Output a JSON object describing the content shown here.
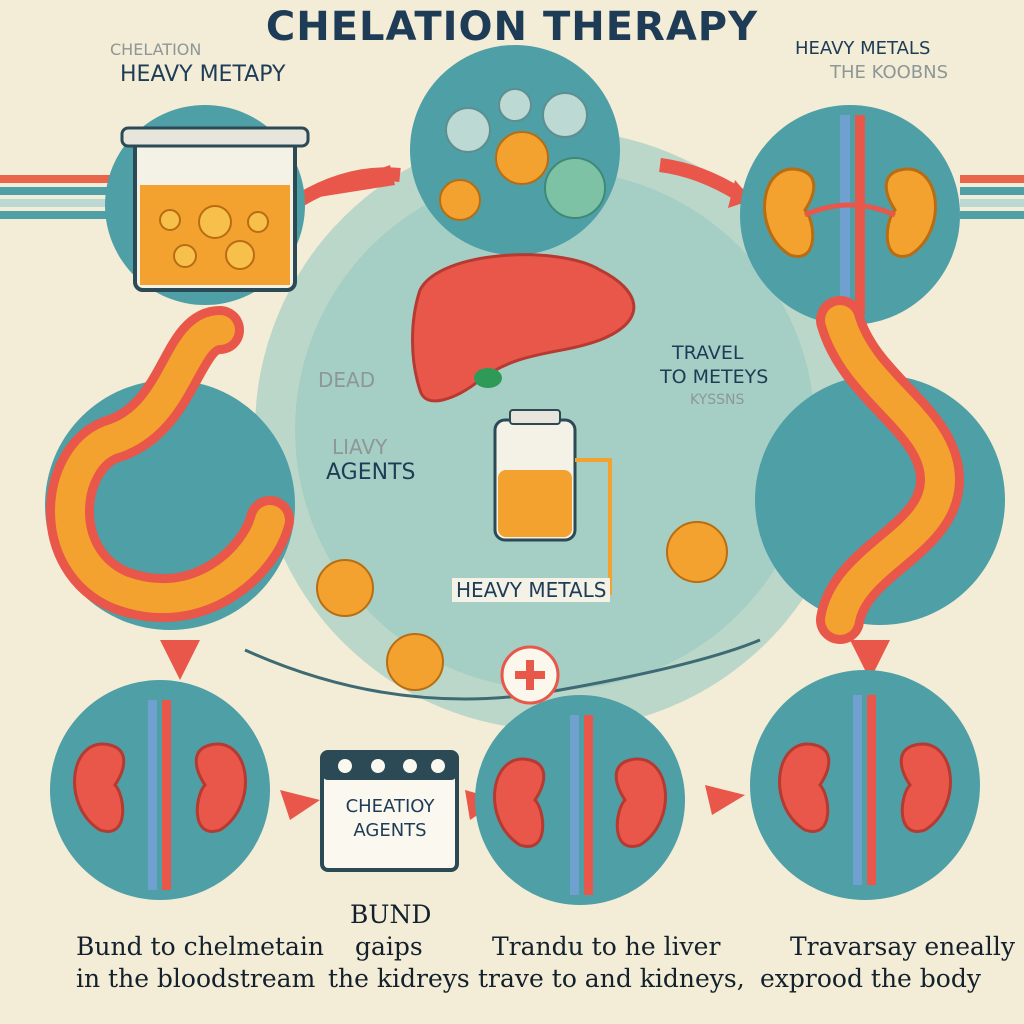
{
  "title": "CHELATION THERAPY",
  "top_left": {
    "line1": "CHELATION",
    "line2": "HEAVY METAPY"
  },
  "top_right": {
    "line1": "HEAVY METALS",
    "line2": "THE KOOBNS"
  },
  "center_left": {
    "dead": "DEAD",
    "heavy": "LIAVY",
    "agents": "AGENTS"
  },
  "center_right": {
    "travel": "TRAVEL",
    "to": "TO METEYS",
    "faint": "KYSSNS"
  },
  "heavy_metals_label": "HEAVY METALS",
  "card": {
    "line1": "CHEATIOY",
    "line2": "AGENTS"
  },
  "bund": "BUND",
  "captions": {
    "col1_line1": "Bund to chelmetain",
    "col1_gap": "gaips",
    "col1_line2": "in the bloodstream",
    "col1_gap2": "the kidreys",
    "col2_line1": "Trandu to  he liver",
    "col2_line2": "trave to and kidneys,",
    "col3_line1": "Travarsay eneally",
    "col3_line2": "exprood the body"
  },
  "colors": {
    "teal": "#4e9fa6",
    "teal_light": "#7fc1bf",
    "orange": "#f3a12f",
    "red": "#e8574a",
    "navy": "#1e3c56",
    "cream": "#f3ecd6"
  }
}
